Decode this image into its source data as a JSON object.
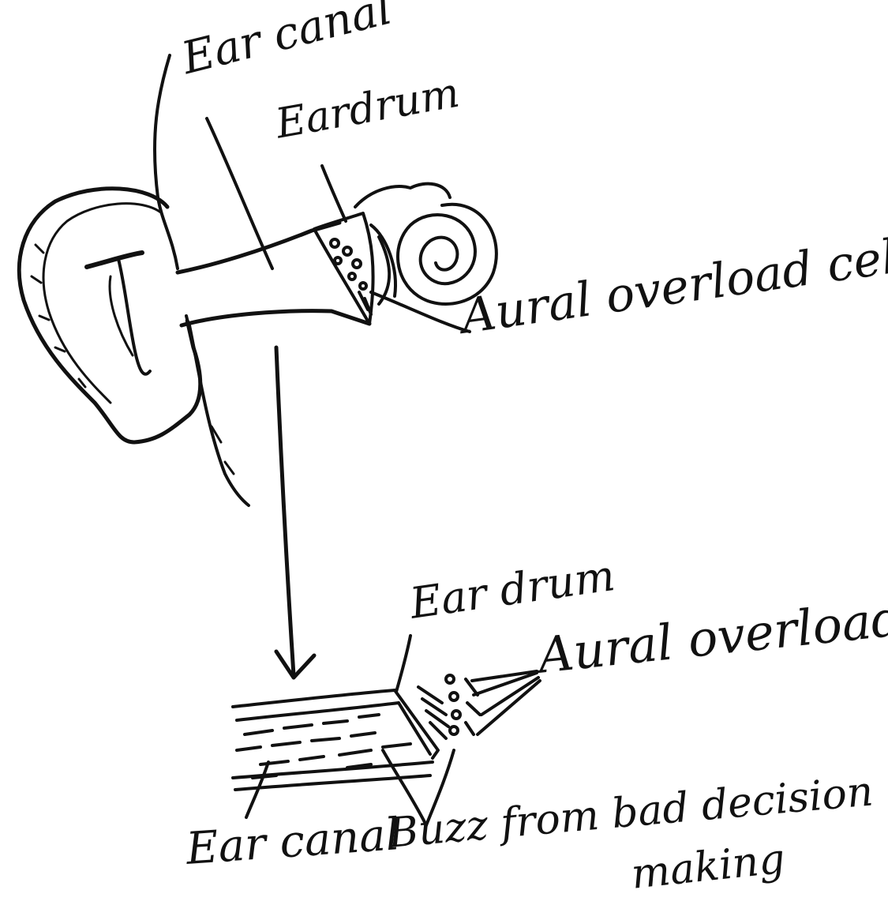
{
  "labels": {
    "ear_canal_top": "Ear canal",
    "eardrum_top": "Eardrum",
    "aural_overload_cells": "Aural overload cells",
    "eardrum_bottom": "Ear drum",
    "aural_overload_bottom": "Aural overload",
    "ear_canal_bottom": "Ear canal",
    "buzz_line1": "Buzz from bad decision",
    "buzz_line2": "making"
  },
  "colors": {
    "ink": "#111111",
    "paper": "#ffffff"
  }
}
